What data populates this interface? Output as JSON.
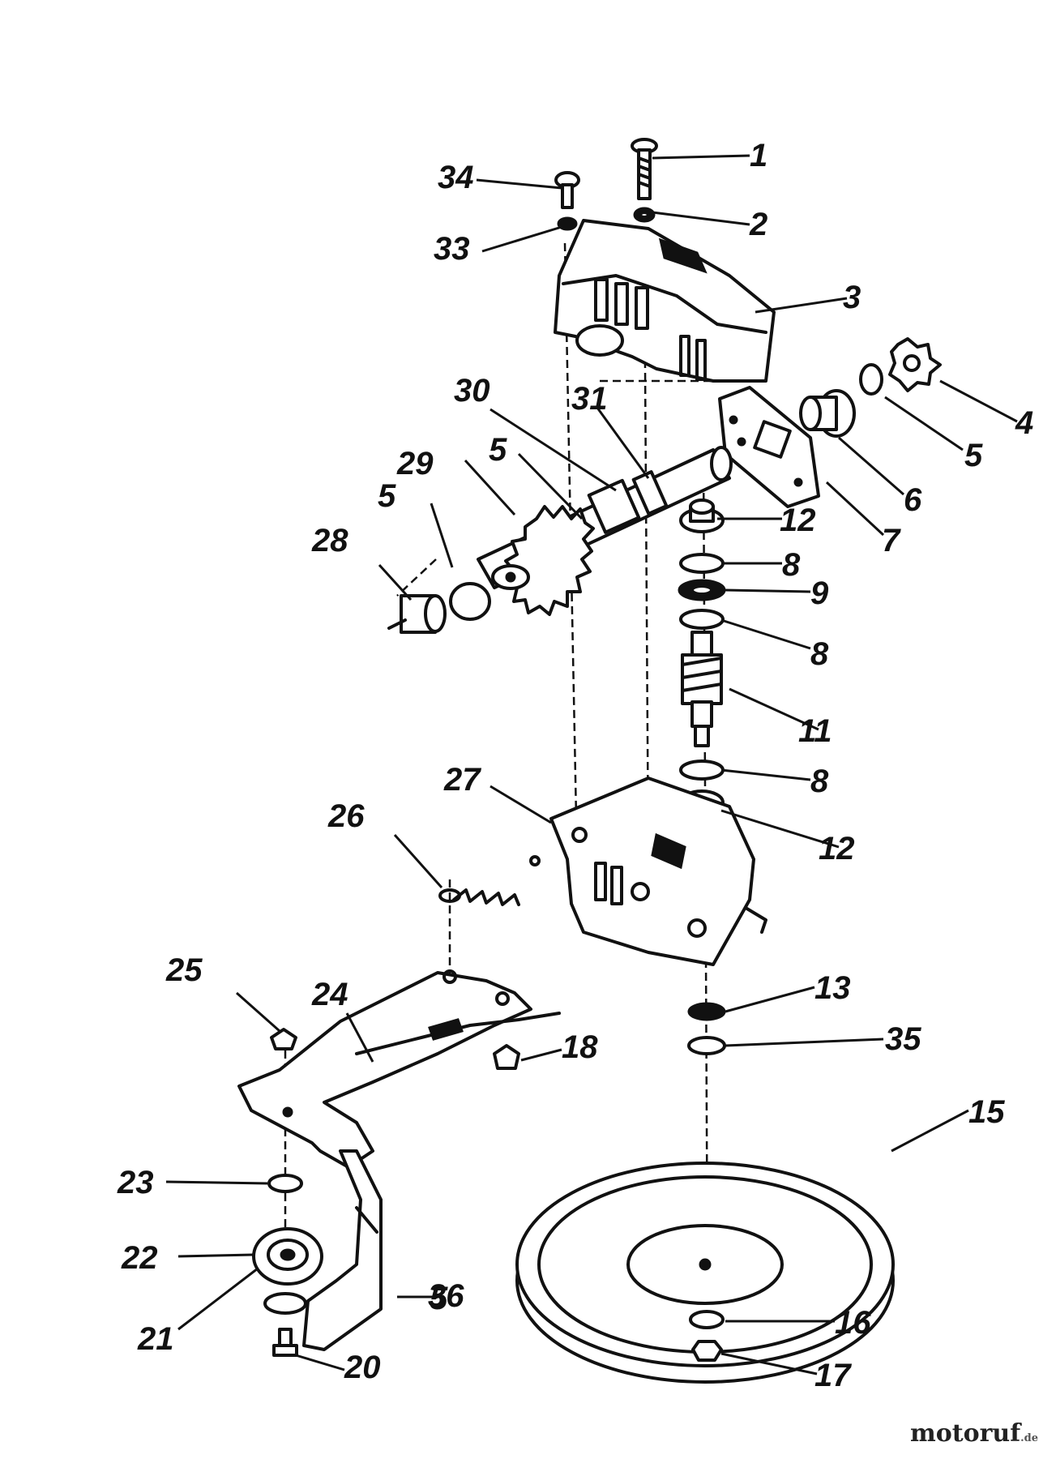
{
  "diagram": {
    "callouts": [
      "1",
      "2",
      "3",
      "4",
      "5",
      "5",
      "5",
      "5",
      "6",
      "7",
      "8",
      "8",
      "8",
      "9",
      "11",
      "12",
      "12",
      "13",
      "15",
      "16",
      "17",
      "18",
      "20",
      "21",
      "22",
      "23",
      "24",
      "25",
      "26",
      "27",
      "28",
      "29",
      "30",
      "31",
      "33",
      "34",
      "35",
      "36"
    ]
  },
  "watermark": {
    "name": "motoruf",
    "tld": ".de"
  }
}
